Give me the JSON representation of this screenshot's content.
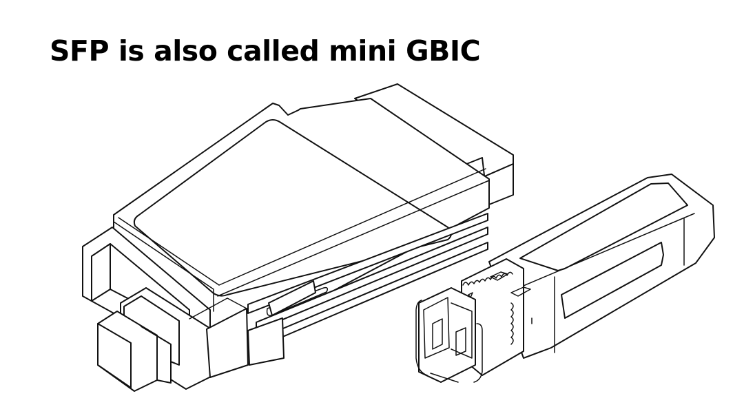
{
  "title": "SFP is also called mini GBIC",
  "figures": [
    {
      "name": "gbic-module",
      "description": "GBIC transceiver line drawing (larger module, SC duplex front)"
    },
    {
      "name": "sfp-module",
      "description": "SFP (mini GBIC) transceiver line drawing (smaller module, LC duplex front)"
    }
  ],
  "colors": {
    "background": "#ffffff",
    "text": "#000000",
    "line": "#111111"
  }
}
